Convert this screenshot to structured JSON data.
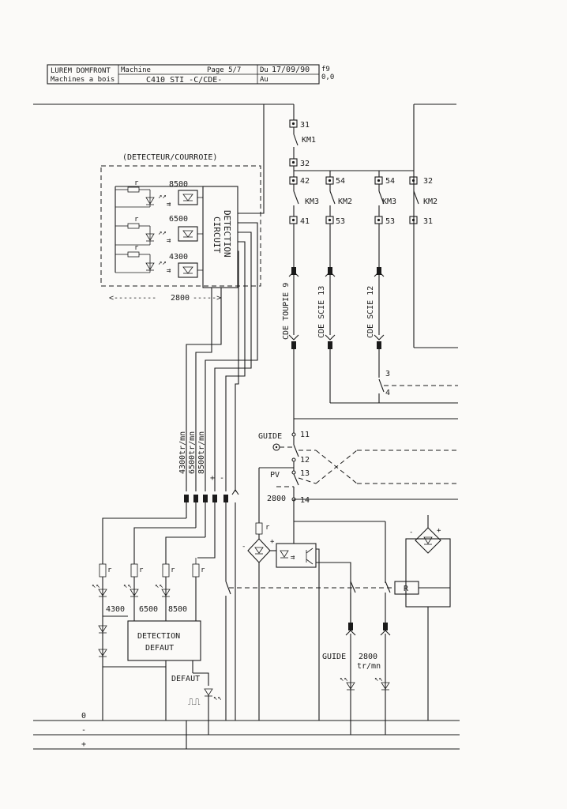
{
  "title_block": {
    "company_line1": "LUREM  DOMFRONT",
    "company_line2": "Machines a bois",
    "machine_label": "Machine",
    "page": "Page 5/7",
    "model": "C410 STI -C/CDE-",
    "date_from_label": "Du",
    "date": "17/09/90",
    "date_to_label": "Au",
    "folio": "f9",
    "revision": "0,0"
  },
  "detector": {
    "title": "(DETECTEUR/COURROIE)",
    "speeds": [
      "8500",
      "6500",
      "4300"
    ],
    "resistor_mark": "r",
    "circuit_line1": "CIRCUIT",
    "circuit_line2": "DETECTION",
    "span_label": "2800"
  },
  "contacts": {
    "terminals": [
      "31",
      "32",
      "42",
      "54",
      "54",
      "32",
      "41",
      "53",
      "53",
      "31"
    ],
    "km1": "KM1",
    "km3": "KM3",
    "km2": "KM2"
  },
  "commands": [
    "CDE TOUPIE 9",
    "CDE SCIE 13",
    "CDE SCIE 12"
  ],
  "wire_numbers": [
    "3",
    "4"
  ],
  "safety": {
    "guide": "GUIDE",
    "pv": "PV",
    "speed_2800": "2800",
    "terminals": [
      "11",
      "12",
      "13",
      "14"
    ]
  },
  "connector_labels": [
    "4300tr/mn",
    "6500tr/mn",
    "8500tr/mn",
    "+",
    "-"
  ],
  "indicators": {
    "levels": [
      "4300",
      "6500",
      "8500"
    ],
    "resistor_mark": "r",
    "fault_line1": "DETECTION",
    "fault_line2": "DEFAUT",
    "fault_led": "DEFAUT",
    "guide_led": "GUIDE",
    "speed_led_line1": "2800",
    "speed_led_line2": "tr/mn",
    "relay": "R"
  },
  "rails": [
    "0",
    "-",
    "+"
  ]
}
